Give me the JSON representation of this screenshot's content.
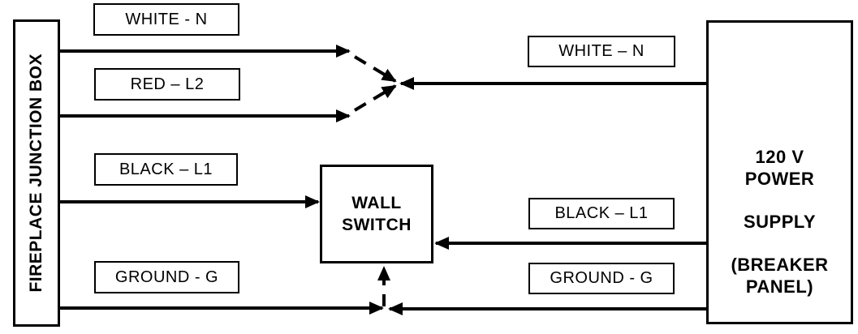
{
  "colors": {
    "line": "#000000",
    "text": "#000000",
    "background": "#ffffff"
  },
  "boxes": {
    "fireplace": {
      "label": "FIREPLACE JUNCTION BOX"
    },
    "wall_switch": {
      "line1": "WALL",
      "line2": "SWITCH"
    },
    "power_supply": {
      "line1": "120 V",
      "line2": "POWER",
      "line3": "SUPPLY",
      "line4": "(BREAKER",
      "line5": "PANEL)"
    }
  },
  "wire_labels": {
    "left": [
      "WHITE - N",
      "RED – L2",
      "BLACK – L1",
      "GROUND - G"
    ],
    "right": [
      "WHITE – N",
      "BLACK – L1",
      "GROUND - G"
    ]
  }
}
